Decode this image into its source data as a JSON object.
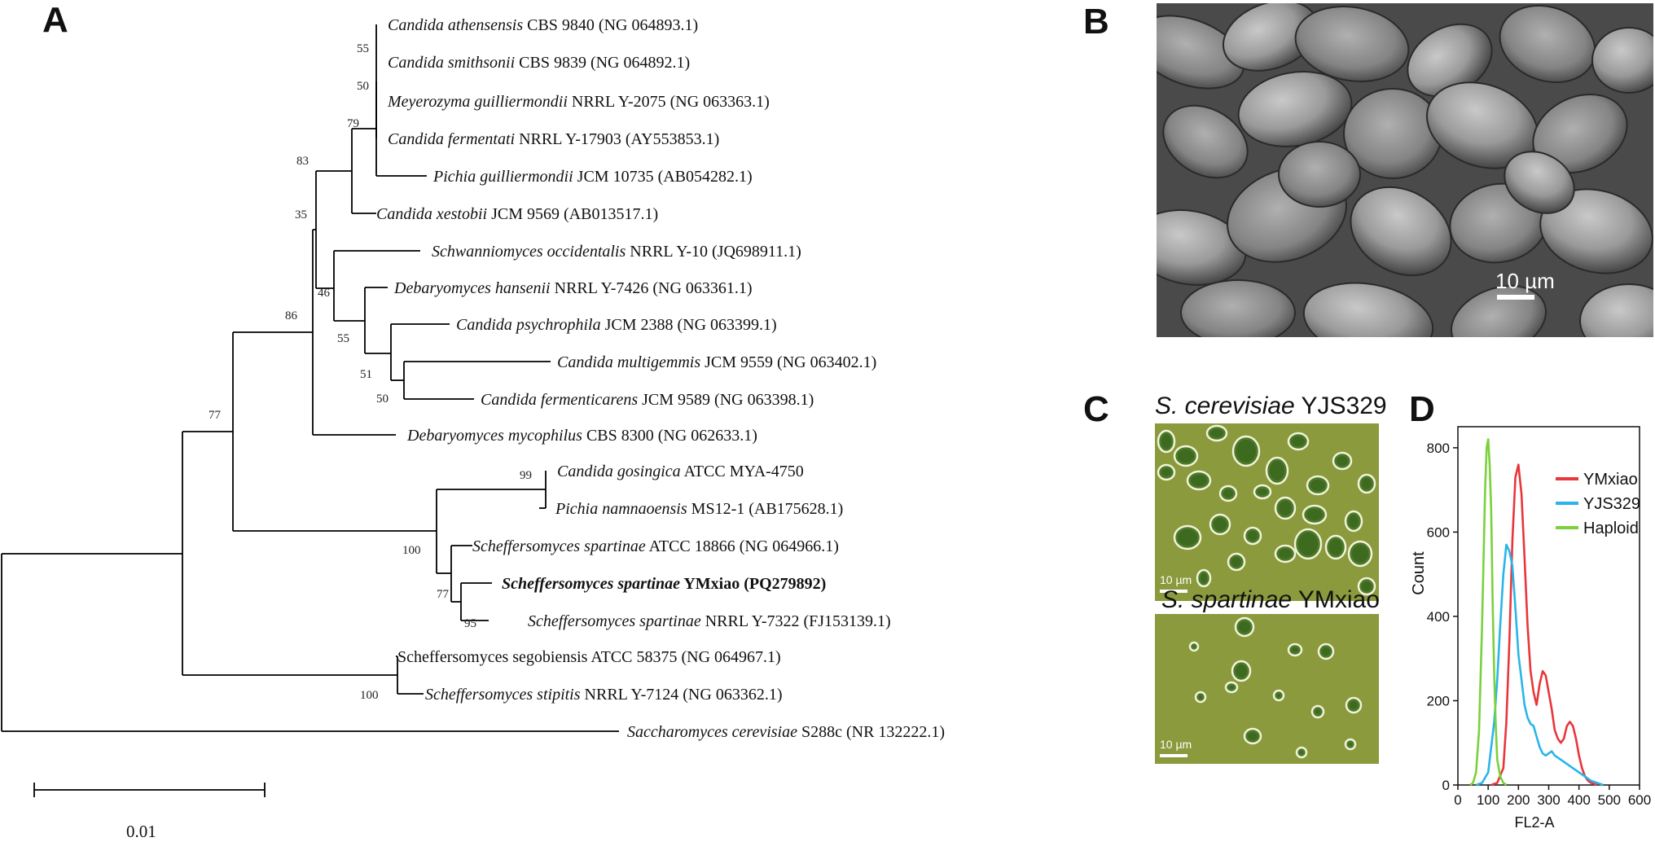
{
  "panels": {
    "a": "A",
    "b": "B",
    "c": "C",
    "d": "D"
  },
  "tree": {
    "taxa": [
      {
        "genus_species": "Candida athensensis",
        "rest": " CBS 9840 (NG 064893.1)"
      },
      {
        "genus_species": "Candida smithsonii",
        "rest": " CBS 9839 (NG 064892.1)"
      },
      {
        "genus_species": "Meyerozyma guilliermondii",
        "rest": " NRRL Y-2075 (NG 063363.1)"
      },
      {
        "genus_species": "Candida fermentati",
        "rest": " NRRL Y-17903 (AY553853.1)"
      },
      {
        "genus_species": "Pichia guilliermondii",
        "rest": " JCM 10735 (AB054282.1)"
      },
      {
        "genus_species": "Candida xestobii",
        "rest": " JCM 9569 (AB013517.1)"
      },
      {
        "genus_species": "Schwanniomyces occidentalis",
        "rest": " NRRL Y-10 (JQ698911.1)"
      },
      {
        "genus_species": "Debaryomyces hansenii",
        "rest": " NRRL Y-7426 (NG 063361.1)"
      },
      {
        "genus_species": "Candida psychrophila",
        "rest": " JCM 2388 (NG 063399.1)"
      },
      {
        "genus_species": "Candida multigemmis",
        "rest": " JCM 9559 (NG 063402.1)"
      },
      {
        "genus_species": "Candida fermenticarens",
        "rest": " JCM 9589 (NG 063398.1)"
      },
      {
        "genus_species": "Debaryomyces mycophilus",
        "rest": " CBS 8300 (NG 062633.1)"
      },
      {
        "genus_species": "Candida gosingica",
        "rest": " ATCC MYA-4750"
      },
      {
        "genus_species": "Pichia namnaoensis",
        "rest": " MS12-1 (AB175628.1)"
      },
      {
        "genus_species": "Scheffersomyces spartinae",
        "rest": " ATCC 18866 (NG 064966.1)"
      },
      {
        "genus_species": "Scheffersomyces spartinae",
        "rest": " YMxiao (PQ279892)"
      },
      {
        "genus_species": "Scheffersomyces spartinae",
        "rest": " NRRL Y-7322 (FJ153139.1)"
      },
      {
        "genus_species": "",
        "rest": "Scheffersomyces segobiensis ATCC 58375 (NG 064967.1)"
      },
      {
        "genus_species": "Scheffersomyces stipitis",
        "rest": " NRRL Y-7124 (NG 063362.1)"
      },
      {
        "genus_species": "Saccharomyces cerevisiae",
        "rest": " S288c (NR 132222.1)"
      }
    ],
    "bootstrap": [
      "55",
      "50",
      "79",
      "83",
      "35",
      "46",
      "55",
      "51",
      "50",
      "86",
      "77",
      "99",
      "100",
      "77",
      "95",
      "100"
    ],
    "scale_label": "0.01"
  },
  "sem": {
    "scale_label": "10 µm"
  },
  "micrographs": {
    "top_title_species": "S. cerevisiae",
    "top_title_strain": " YJS329",
    "bottom_title_species": "S. spartinae",
    "bottom_title_strain": " YMxiao",
    "scale_label": "10 µm"
  },
  "chart_data": {
    "type": "line",
    "xlabel": "FL2-A",
    "ylabel": "Count",
    "xlim": [
      0,
      600
    ],
    "ylim": [
      0,
      850
    ],
    "xticks": [
      "0",
      "100",
      "200",
      "300",
      "400",
      "500",
      "600"
    ],
    "yticks": [
      "0",
      "200",
      "400",
      "600",
      "800"
    ],
    "legend_position": "top-right",
    "series": [
      {
        "name": "YMxiao",
        "color": "#e8363b",
        "x": [
          110,
          130,
          150,
          160,
          170,
          180,
          190,
          200,
          210,
          220,
          230,
          240,
          250,
          260,
          270,
          280,
          290,
          300,
          310,
          320,
          330,
          340,
          350,
          360,
          370,
          380,
          390,
          400,
          410,
          420,
          430,
          440,
          460
        ],
        "y": [
          0,
          5,
          40,
          150,
          340,
          580,
          730,
          760,
          690,
          540,
          380,
          270,
          220,
          190,
          240,
          270,
          260,
          220,
          180,
          130,
          110,
          100,
          110,
          140,
          150,
          140,
          110,
          70,
          40,
          20,
          10,
          5,
          0
        ]
      },
      {
        "name": "YJS329",
        "color": "#29b5ea",
        "x": [
          60,
          80,
          100,
          120,
          130,
          140,
          150,
          160,
          170,
          180,
          190,
          200,
          210,
          220,
          230,
          240,
          250,
          260,
          270,
          280,
          290,
          300,
          310,
          320,
          340,
          360,
          380,
          400,
          420,
          440,
          460,
          480
        ],
        "y": [
          0,
          5,
          30,
          150,
          250,
          380,
          500,
          570,
          555,
          520,
          420,
          310,
          250,
          190,
          160,
          145,
          140,
          115,
          90,
          75,
          70,
          75,
          80,
          70,
          60,
          50,
          40,
          30,
          20,
          10,
          5,
          0
        ]
      },
      {
        "name": "Haploid",
        "color": "#7ad13c",
        "x": [
          40,
          50,
          60,
          70,
          80,
          90,
          95,
          100,
          105,
          110,
          115,
          120,
          125,
          130,
          140,
          150,
          160
        ],
        "y": [
          0,
          5,
          30,
          130,
          380,
          700,
          800,
          820,
          760,
          650,
          430,
          260,
          140,
          60,
          20,
          5,
          0
        ]
      }
    ]
  }
}
